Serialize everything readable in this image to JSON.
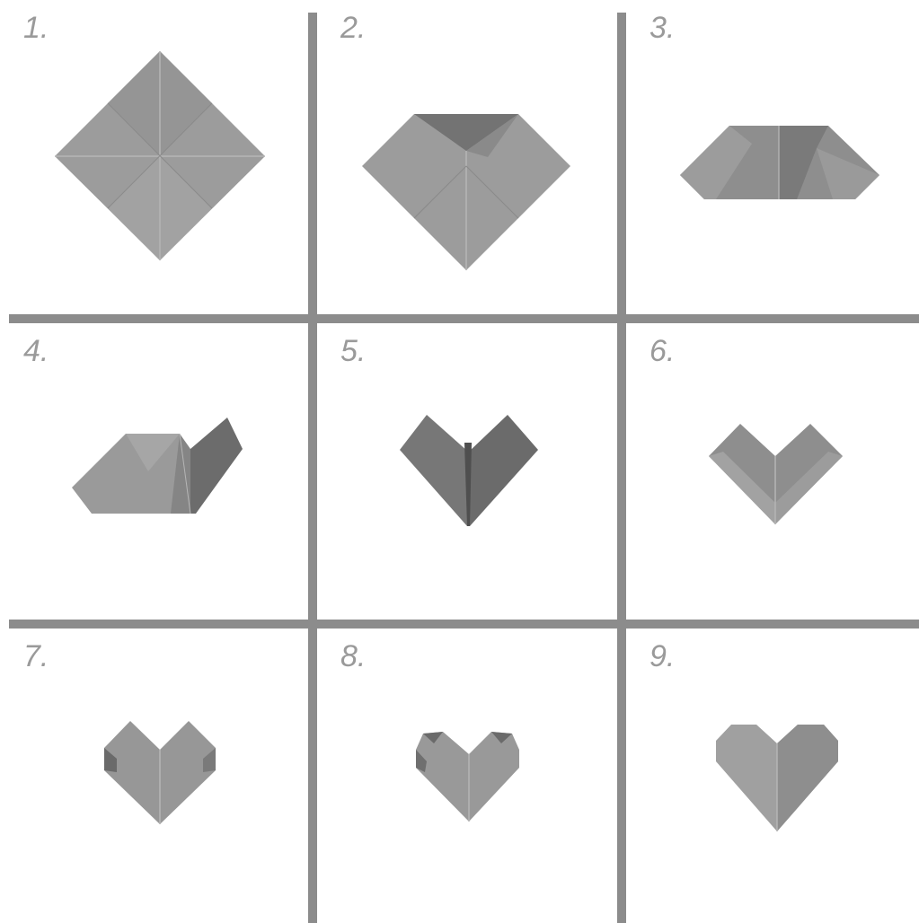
{
  "steps": [
    {
      "number": "1."
    },
    {
      "number": "2."
    },
    {
      "number": "3."
    },
    {
      "number": "4."
    },
    {
      "number": "5."
    },
    {
      "number": "6."
    },
    {
      "number": "7."
    },
    {
      "number": "8."
    },
    {
      "number": "9."
    }
  ],
  "colors": {
    "background": "#ffffff",
    "divider": "#8c8c8c",
    "number": "#9a9a9a",
    "paper_light": "#9e9e9e",
    "paper_mid": "#8c8c8c",
    "paper_dark": "#6e6e6e",
    "crease": "#b8b8b8"
  }
}
